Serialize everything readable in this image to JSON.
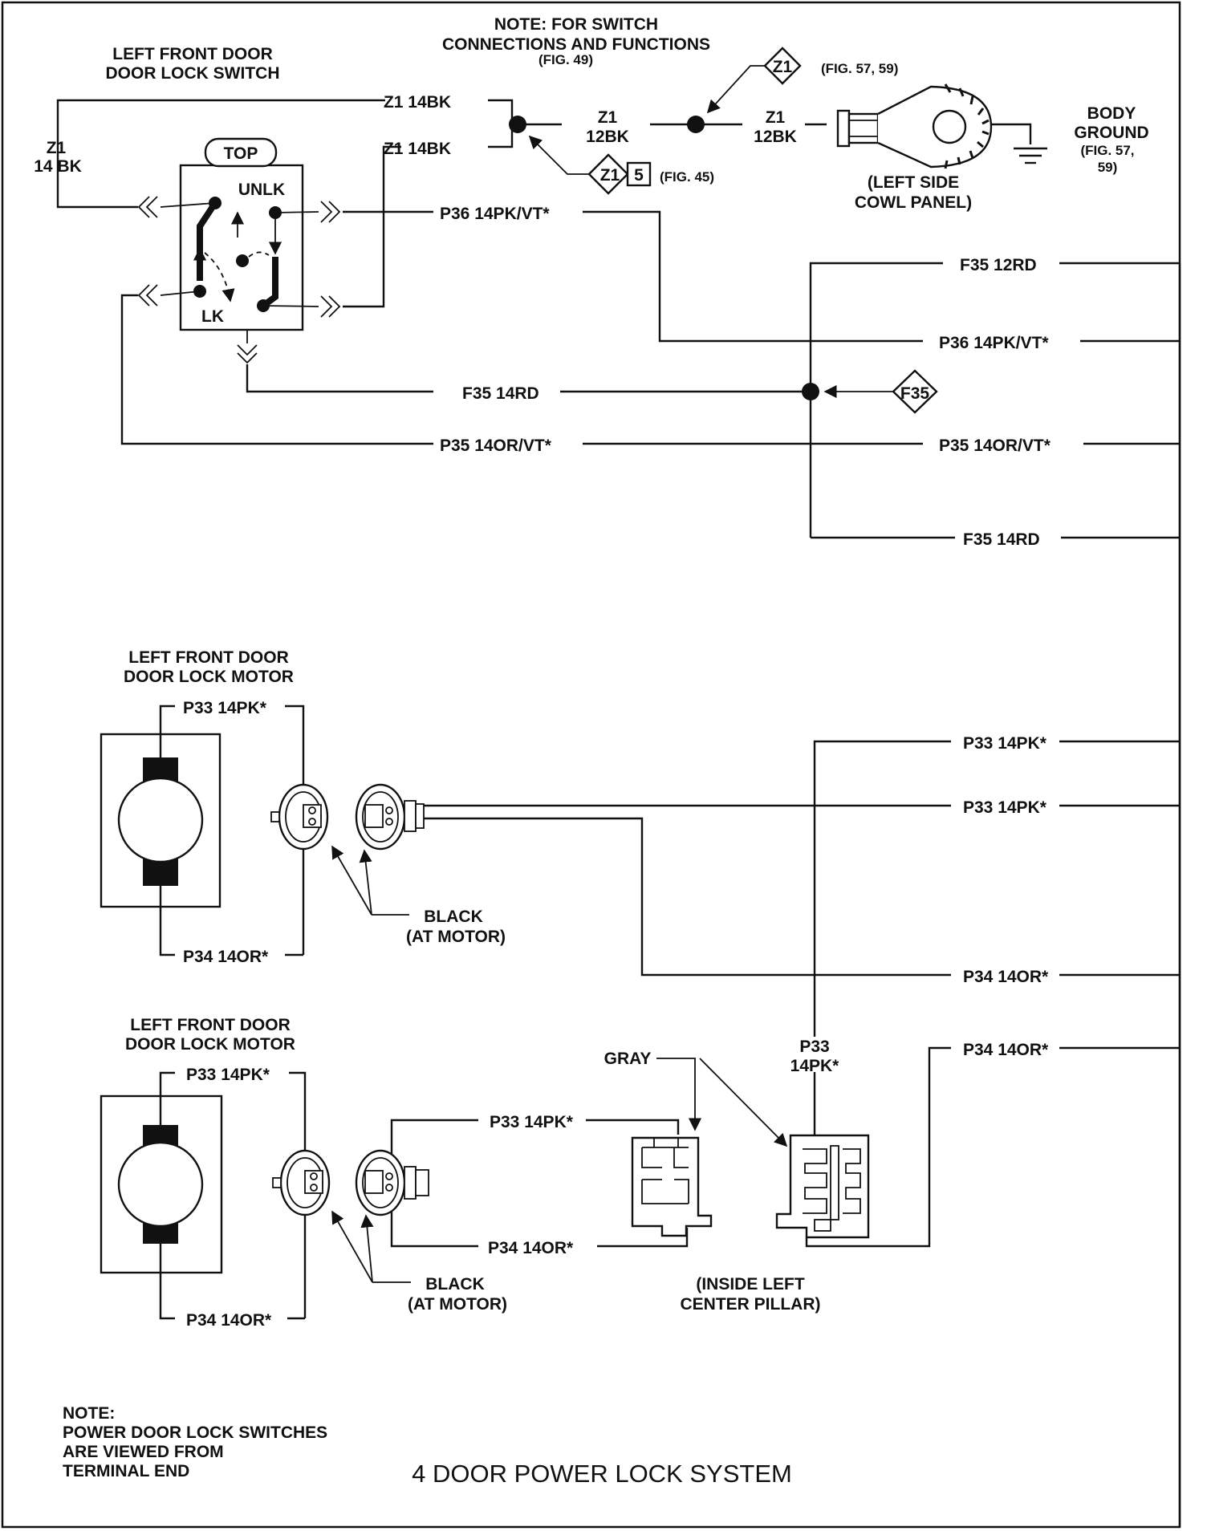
{
  "page_title": "4 DOOR POWER LOCK SYSTEM",
  "footer_note": [
    "NOTE:",
    "POWER DOOR LOCK SWITCHES",
    "ARE VIEWED FROM",
    "TERMINAL END"
  ],
  "top_note": [
    "NOTE: FOR SWITCH",
    "CONNECTIONS AND FUNCTIONS",
    "(FIG. 49)"
  ],
  "switch": {
    "title": [
      "LEFT FRONT DOOR",
      "DOOR LOCK SWITCH"
    ],
    "top": "TOP",
    "unlk": "UNLK",
    "lk": "LK"
  },
  "ground": {
    "label": [
      "BODY",
      "GROUND",
      "(FIG. 57,",
      "59)"
    ],
    "location": [
      "(LEFT SIDE",
      "COWL PANEL)"
    ]
  },
  "splice_refs": {
    "z1_a": "Z1",
    "z1_a_ref": "(FIG. 57, 59)",
    "z1_b": "Z1",
    "z1_b_num": "5",
    "z1_b_ref": "(FIG. 45)",
    "f35": "F35"
  },
  "wires": {
    "z1_14bk_a": "Z1 14BK",
    "z1_14bk_b": "Z1 14BK",
    "z1_left": [
      "Z1",
      "14 BK"
    ],
    "z1_12bk_a": [
      "Z1",
      "12BK"
    ],
    "z1_12bk_b": [
      "Z1",
      "12BK"
    ],
    "p36_sw": "P36 14PK/VT*",
    "f35_12rd": "F35 12RD",
    "p36_right": "P36 14PK/VT*",
    "f35_14rd_mid": "F35 14RD",
    "p35_sw": "P35 14OR/VT*",
    "p35_right": "P35 14OR/VT*",
    "f35_14rd_right": "F35 14RD",
    "p33_right_a": "P33 14PK*",
    "p33_right_b": "P33 14PK*",
    "p34_right_a": "P34 14OR*",
    "p34_right_b": "P34 14OR*",
    "p33_pillar": [
      "P33",
      "14PK*"
    ],
    "gray": "GRAY",
    "pillar": [
      "(INSIDE LEFT",
      "CENTER PILLAR)"
    ]
  },
  "motor1": {
    "title": [
      "LEFT FRONT DOOR",
      "DOOR LOCK MOTOR"
    ],
    "p33": "P33 14PK*",
    "p34": "P34 14OR*",
    "conn": [
      "BLACK",
      "(AT MOTOR)"
    ]
  },
  "motor2": {
    "title": [
      "LEFT FRONT DOOR",
      "DOOR LOCK MOTOR"
    ],
    "p33": "P33 14PK*",
    "p34": "P34 14OR*",
    "p33_out": "P33 14PK*",
    "p34_out": "P34 14OR*",
    "conn": [
      "BLACK",
      "(AT MOTOR)"
    ]
  }
}
